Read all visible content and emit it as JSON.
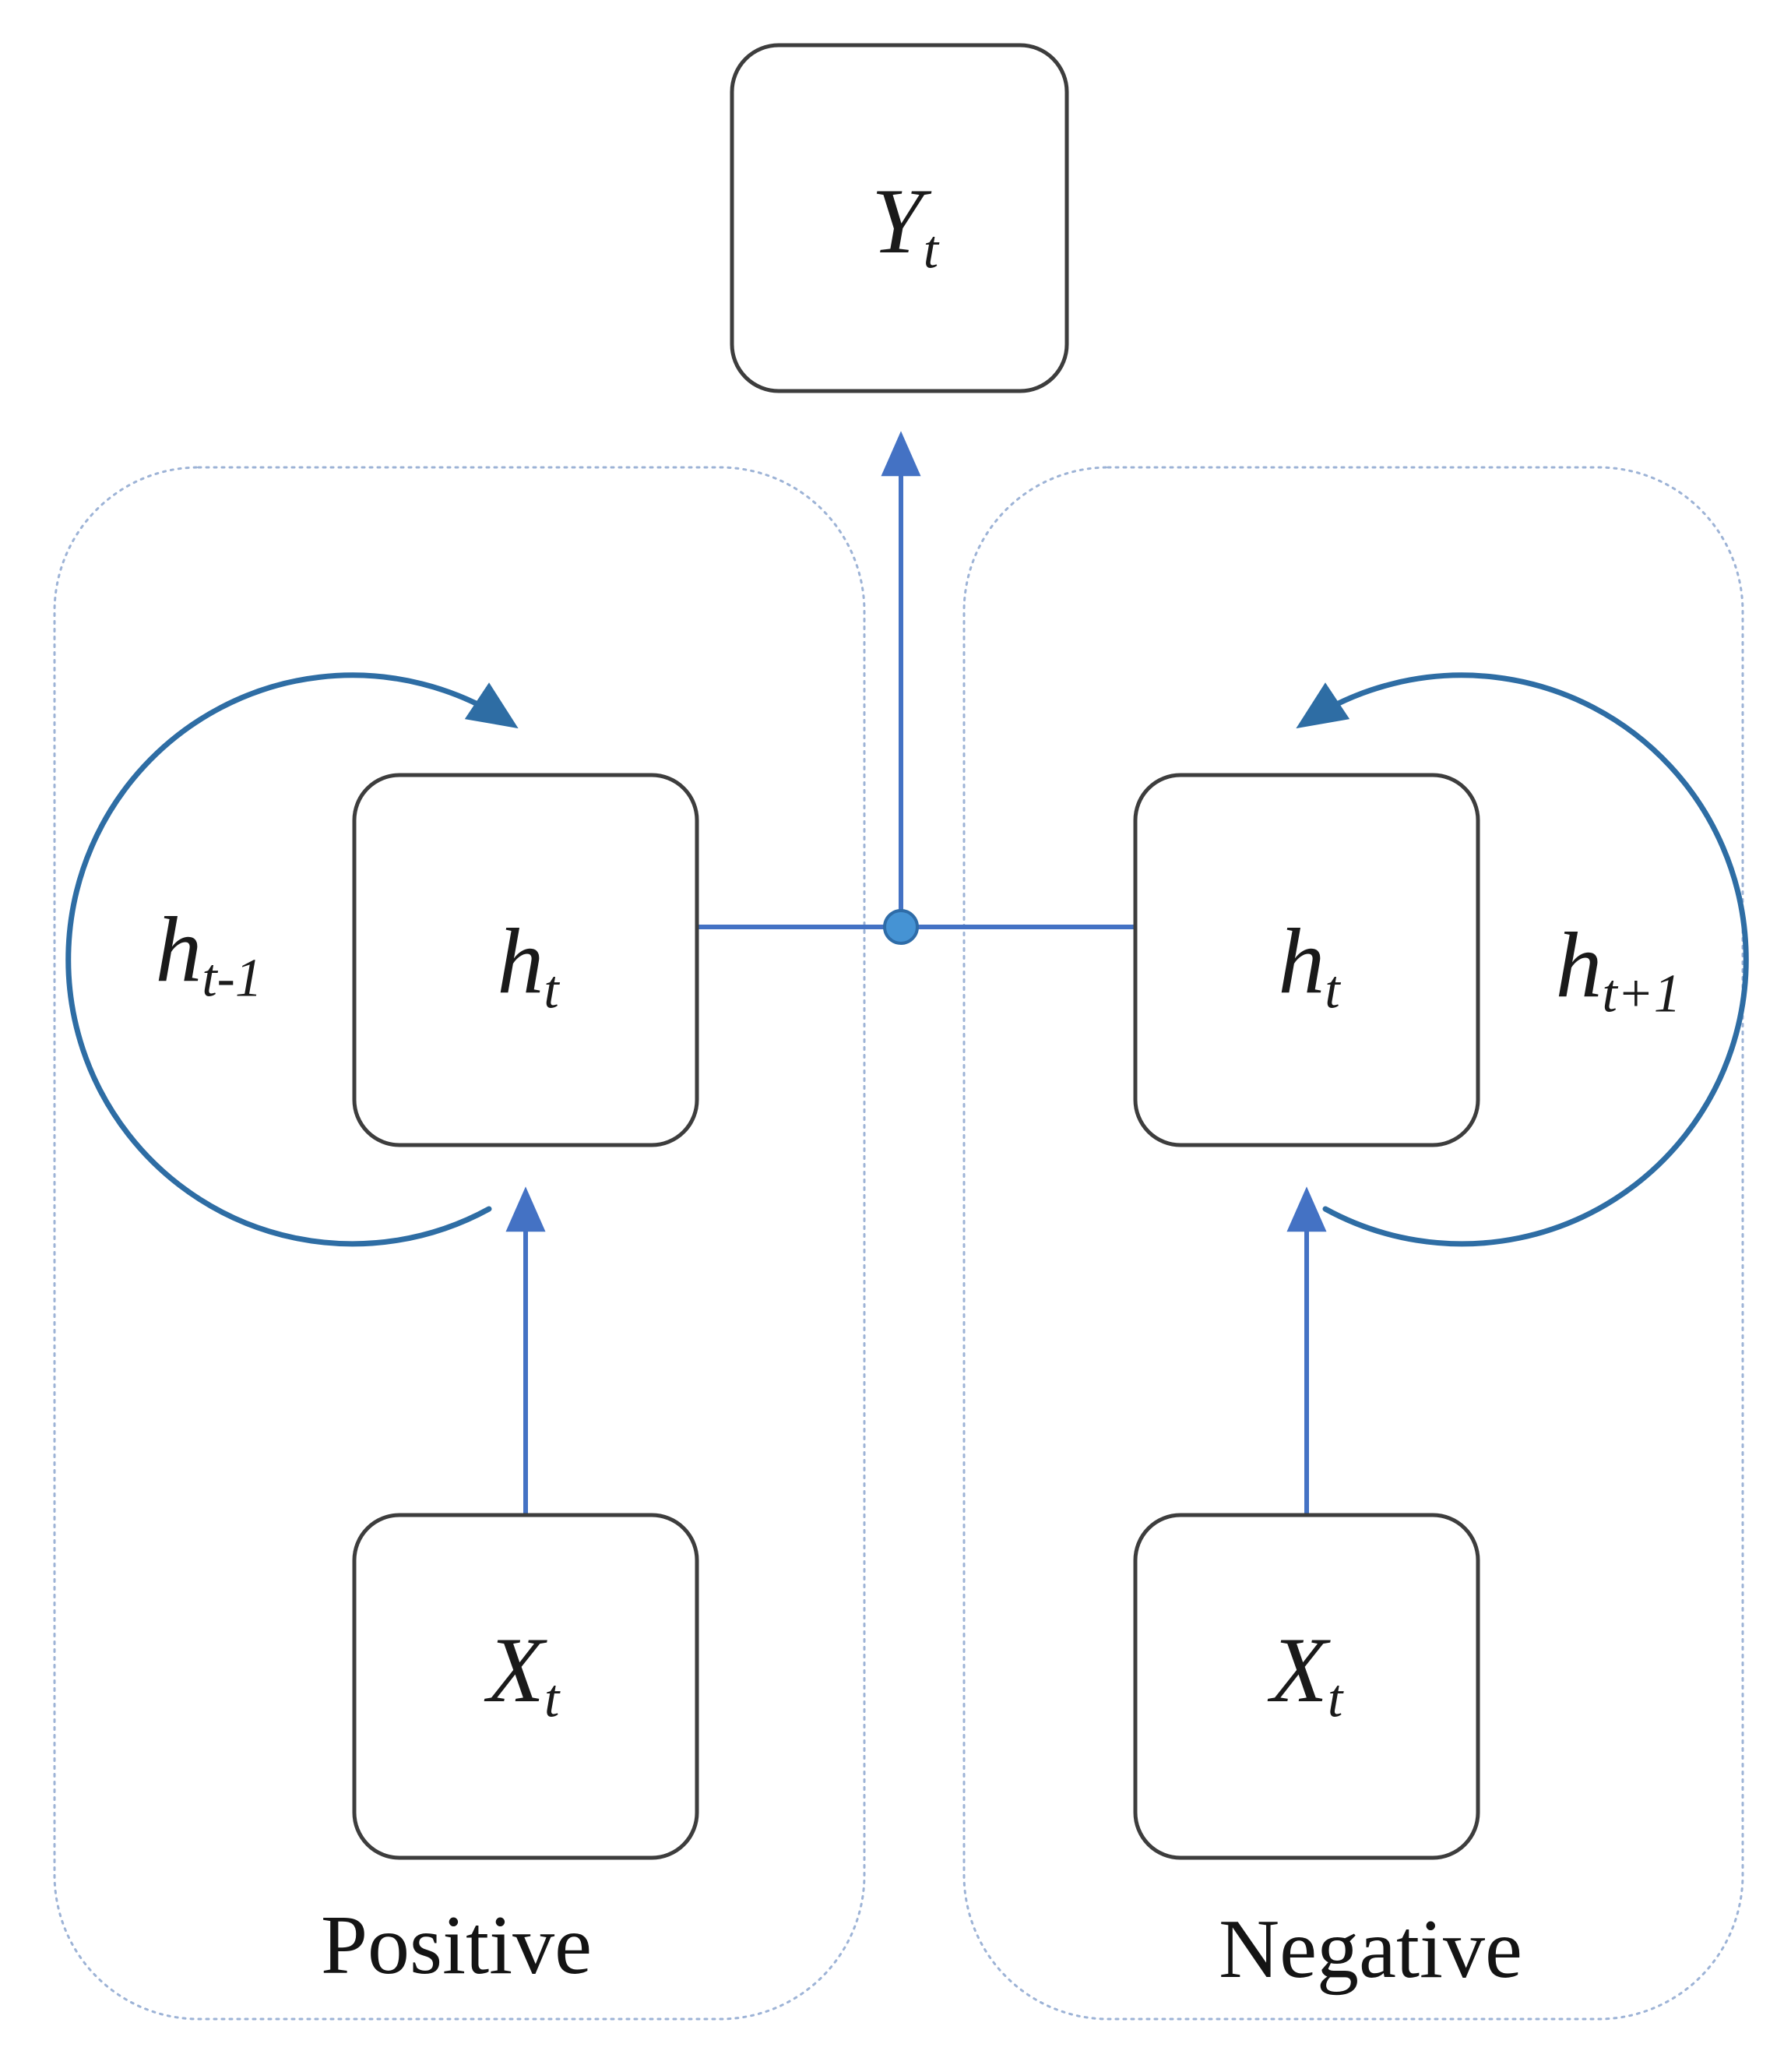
{
  "diagram": {
    "title_hint": "bidirectional recurrent sentiment diagram",
    "output_node": {
      "main": "Y",
      "sub": "t"
    },
    "left_group": {
      "label": "Positive",
      "recurrent_label": {
        "main": "h",
        "sub": "t-1"
      },
      "hidden_node": {
        "main": "h",
        "sub": "t"
      },
      "input_node": {
        "main": "X",
        "sub": "t"
      }
    },
    "right_group": {
      "label": "Negative",
      "recurrent_label": {
        "main": "h",
        "sub": "t+1"
      },
      "hidden_node": {
        "main": "h",
        "sub": "t"
      },
      "input_node": {
        "main": "X",
        "sub": "t"
      }
    },
    "colors": {
      "connector_blue": "#4472C4",
      "loop_arrow_blue": "#2E6DA4",
      "junction_dot_fill": "#4593D4",
      "junction_dot_stroke": "#2E6CA8",
      "group_outline": "#9DB3D6",
      "node_outline": "#3D3D3D",
      "text": "#1A1A1A"
    }
  }
}
